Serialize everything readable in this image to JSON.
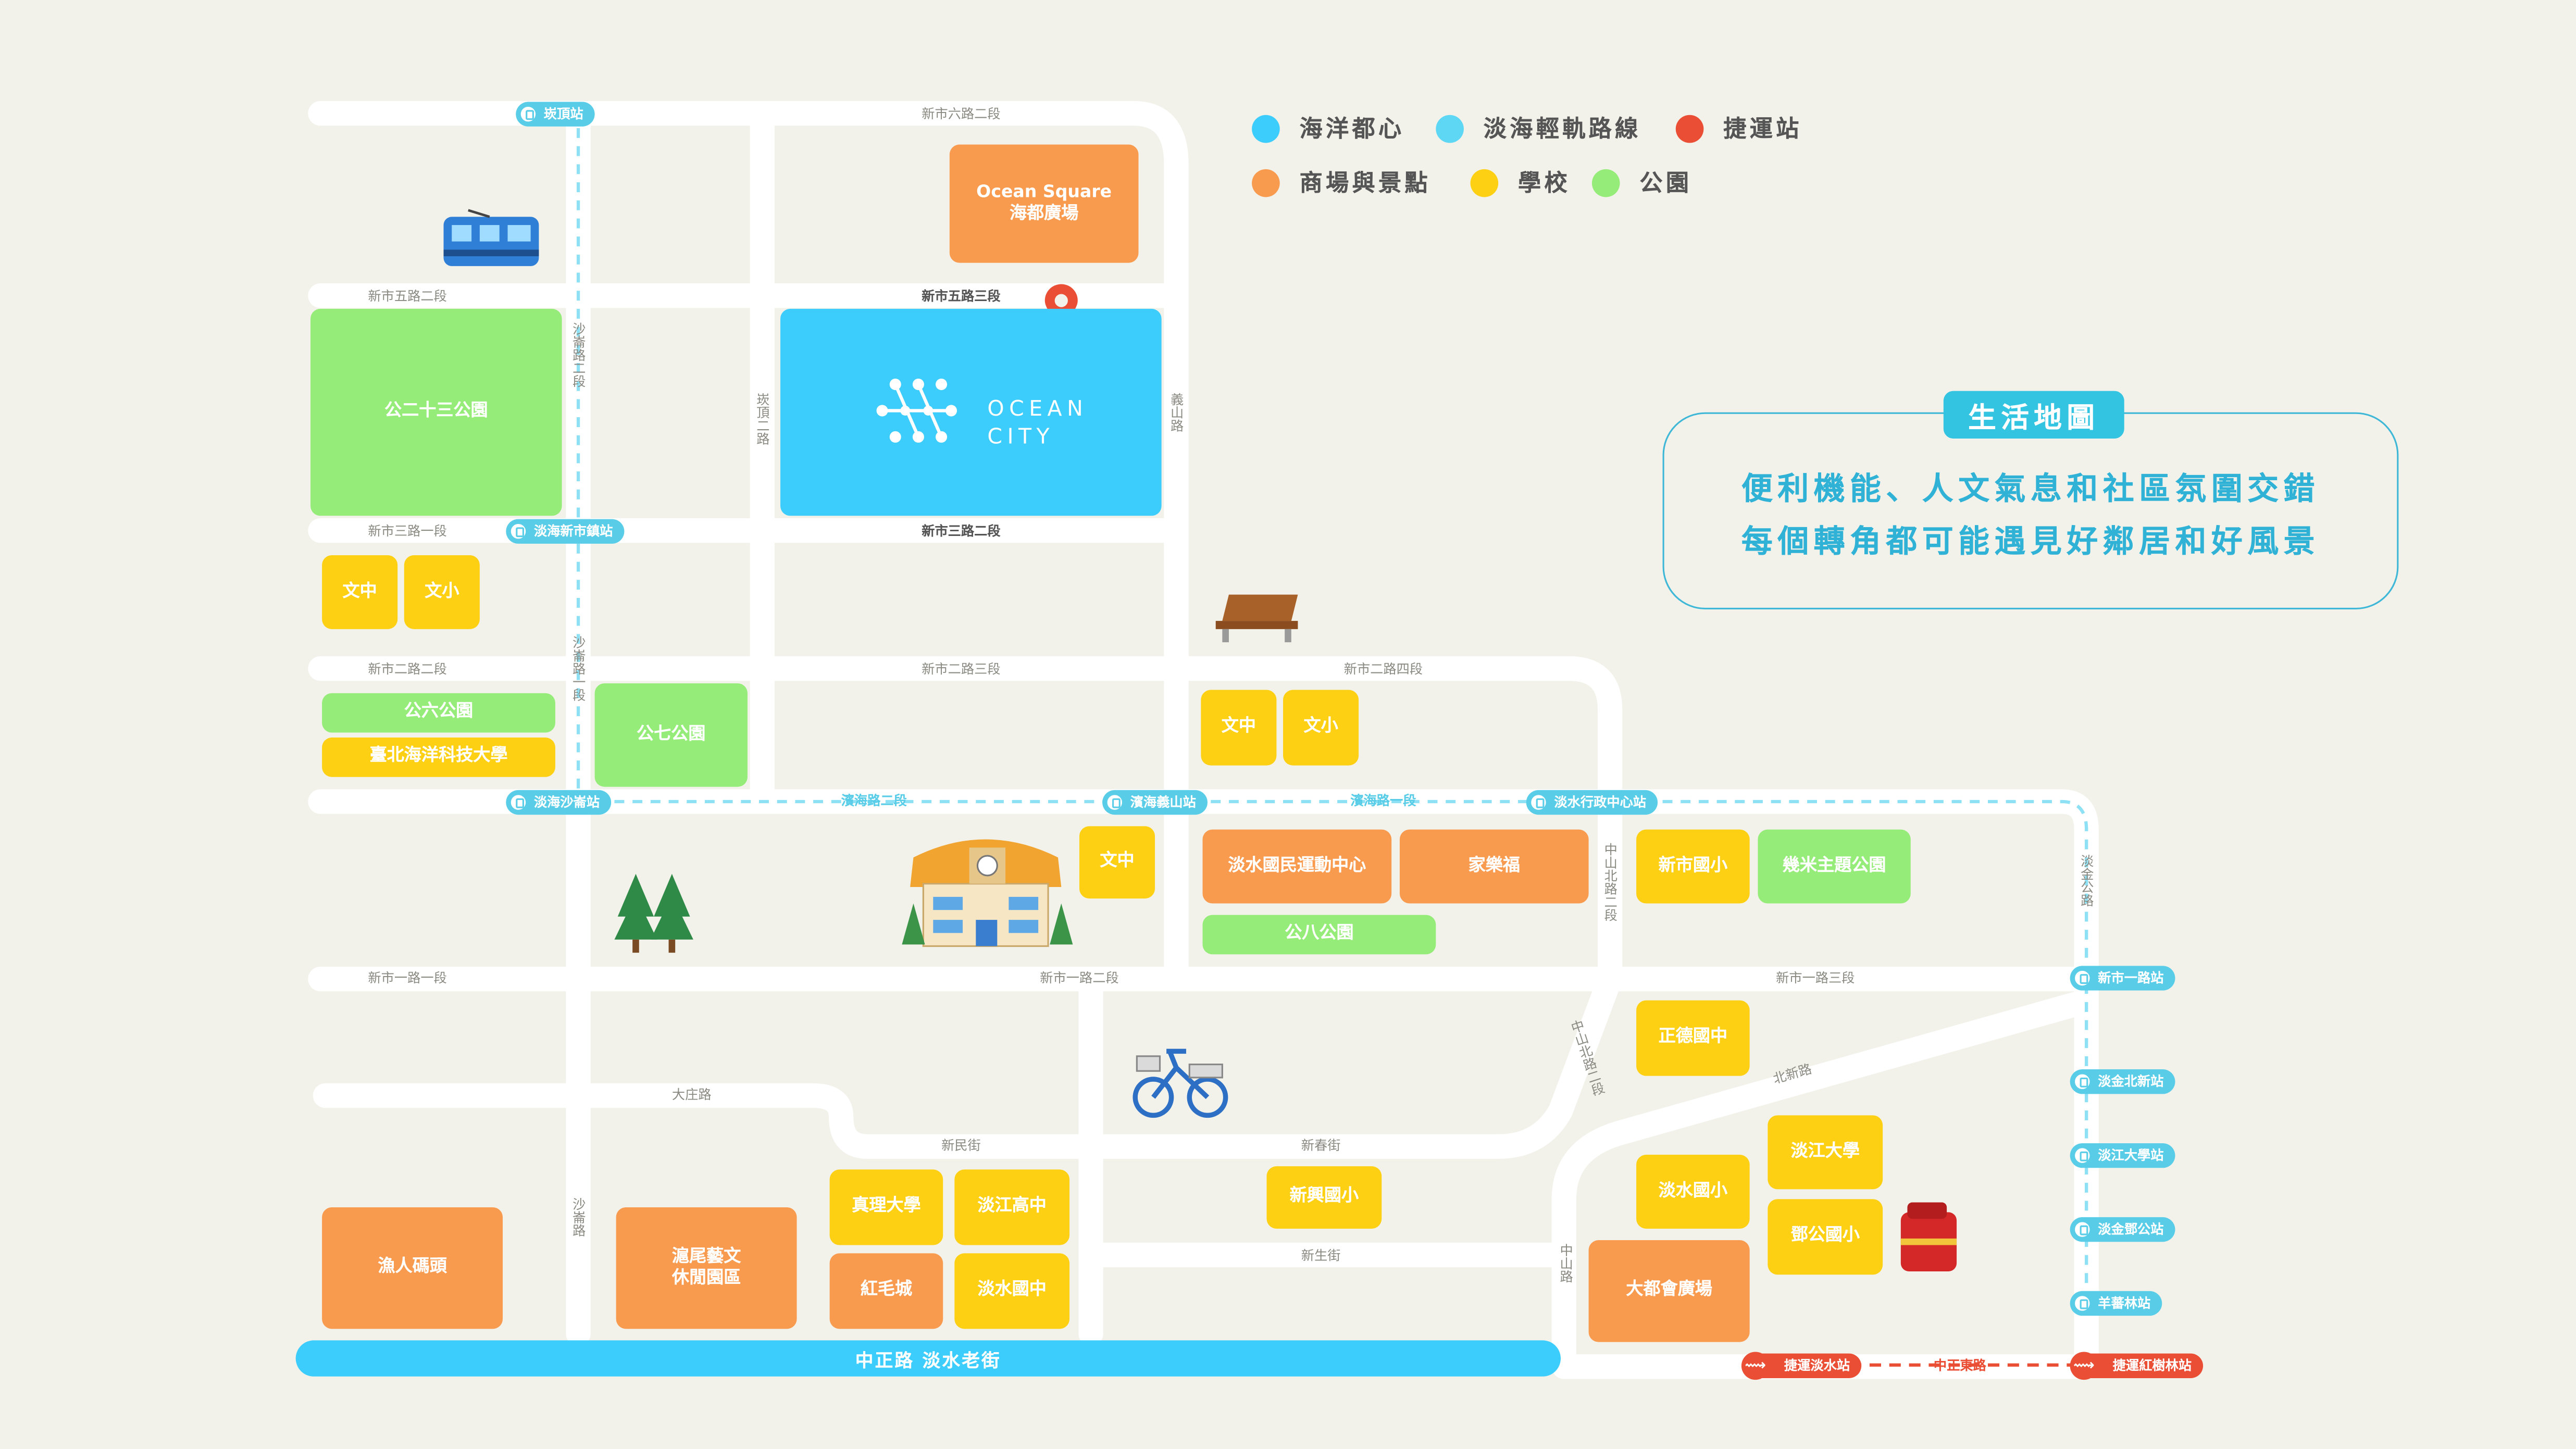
{
  "legend": [
    {
      "label": "海洋都心",
      "color": "#3dcdfc"
    },
    {
      "label": "淡海輕軌路線",
      "color": "#5ed7f5"
    },
    {
      "label": "捷運站",
      "color": "#ea4f35"
    },
    {
      "label": "商場與景點",
      "color": "#f99b4f"
    },
    {
      "label": "學校",
      "color": "#fdd014"
    },
    {
      "label": "公園",
      "color": "#95ec78"
    }
  ],
  "callout": {
    "title": "生活地圖",
    "line1": "便利機能、人文氣息和社區氛圍交錯",
    "line2": "每個轉角都可能遇見好鄰居和好風景"
  },
  "ocean_city": {
    "line1": "OCEAN",
    "line2": "CITY"
  },
  "roads": {
    "xinshi6_2": "新市六路二段",
    "xinshi5_2": "新市五路二段",
    "xinshi5_3": "新市五路三段",
    "xinshi3_1": "新市三路一段",
    "xinshi3_2": "新市三路二段",
    "xinshi2_2": "新市二路二段",
    "xinshi2_3": "新市二路三段",
    "xinshi2_4": "新市二路四段",
    "xinshi1_1": "新市一路一段",
    "xinshi1_2": "新市一路二段",
    "xinshi1_3": "新市一路三段",
    "shalun2": "沙崙路二段",
    "shalun1": "沙崙路一段",
    "shalun": "沙崙路",
    "kanding2": "崁頂二路",
    "yishan": "義山路",
    "zhongshan_n2_a": "中山北路二段",
    "zhongshan_n2_b": "中山北路二段",
    "zhongshan": "中山路",
    "danjin": "淡金公路",
    "beixin": "北新路",
    "dazhuang": "大庄路",
    "xinmin": "新民街",
    "xinchun": "新春街",
    "xinsheng": "新生街",
    "zhongzheng": "中正路  淡水老街",
    "zhongzheng_east": "中正東路"
  },
  "lightrail_segments": {
    "danhai2": "濱海路二段",
    "danhai1": "濱海路一段"
  },
  "lightrail_stations": {
    "kanding": "崁頂站",
    "xinshizhen": "淡海新市鎮站",
    "shalun": "淡海沙崙站",
    "yishan": "濱海義山站",
    "civic": "淡水行政中心站",
    "xinshi1": "新市一路站",
    "jinbeixin": "淡金北新站",
    "tku": "淡江大學站",
    "jindeng": "淡金鄧公站",
    "yanglin": "羊蕃林站"
  },
  "mrt_stations": {
    "danshui": "捷運淡水站",
    "hongshulin": "捷運紅樹林站"
  },
  "places": {
    "ocean_square": "Ocean Square\n海都廣場",
    "park23": "公二十三公園",
    "wz1": "文中",
    "wx1": "文小",
    "park6": "公六公園",
    "tumt": "臺北海洋科技大學",
    "park7": "公七公園",
    "wz2": "文中",
    "wx2": "文小",
    "wz3": "文中",
    "sports": "淡水國民運動中心",
    "carrefour": "家樂福",
    "park8": "公八公園",
    "xinshi_es": "新市國小",
    "jimi": "幾米主題公園",
    "zhengde": "正德國中",
    "danshui_es": "淡水國小",
    "tku": "淡江大學",
    "denggong": "鄧公國小",
    "mega": "大都會廣場",
    "xinxing": "新興國小",
    "aletheia": "真理大學",
    "tamkang_hs": "淡江高中",
    "hongmao": "紅毛城",
    "danshui_js": "淡水國中",
    "fisherman": "漁人碼頭",
    "huwei": "滬尾藝文\n休閒園區"
  }
}
